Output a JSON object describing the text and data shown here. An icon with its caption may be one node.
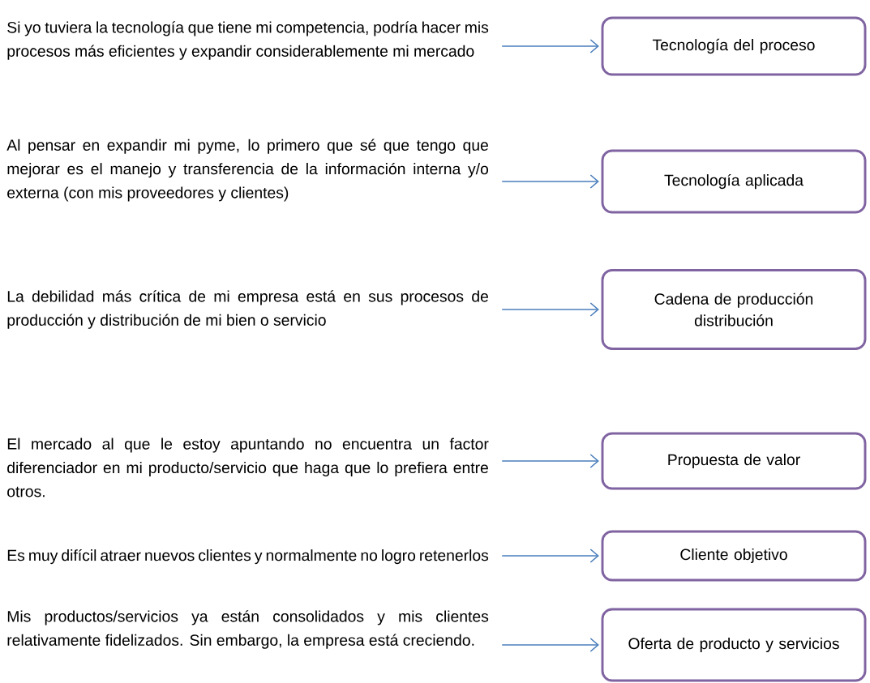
{
  "diagram": {
    "nodes": [
      {
        "text": [
          "Si yo tuviera la tecnología que tiene mi competencia, podría hacer mis procesos más eficientes y expandir considerablemente mi mercado"
        ]
      },
      {
        "text": [
          "Tecnología del proceso"
        ]
      },
      {
        "text": [
          "Al pensar en expandir mi pyme, lo primero que sé que tengo que mejorar es el manejo y transferencia de la información interna y/o externa (con mis proveedores y clientes)"
        ]
      },
      {
        "text": [
          "Tecnología aplicada"
        ]
      },
      {
        "text": [
          "La debilidad más crítica de mi empresa está en sus procesos de producción y distribución de mi bien o servicio"
        ]
      },
      {
        "text": [
          "Cadena de producción distribución"
        ]
      },
      {
        "text": [
          "El mercado al que le estoy apuntando no encuentra un factor diferenciador en mi producto/servicio que haga que lo prefiera entre otros."
        ]
      },
      {
        "text": [
          "Propuesta de valor"
        ]
      },
      {
        "text": [
          "Es muy difícil atraer nuevos clientes y normalmente no logro retenerlos"
        ]
      },
      {
        "text": [
          "Cliente objetivo"
        ]
      },
      {
        "text": [
          "Mis productos/servicios ya están consolidados y mis clientes relativamente fidelizados. Sin embargo, la empresa está creciendo."
        ]
      },
      {
        "text": [
          "Oferta de producto y servicios"
        ]
      }
    ],
    "edges": [
      {
        "from": 0,
        "to": 1,
        "arrow": "to"
      },
      {
        "from": 2,
        "to": 3,
        "arrow": "to"
      },
      {
        "from": 4,
        "to": 5,
        "arrow": "to"
      },
      {
        "from": 6,
        "to": 7,
        "arrow": "to"
      },
      {
        "from": 8,
        "to": 9,
        "arrow": "to"
      },
      {
        "from": 10,
        "to": 11,
        "arrow": "to"
      }
    ]
  }
}
